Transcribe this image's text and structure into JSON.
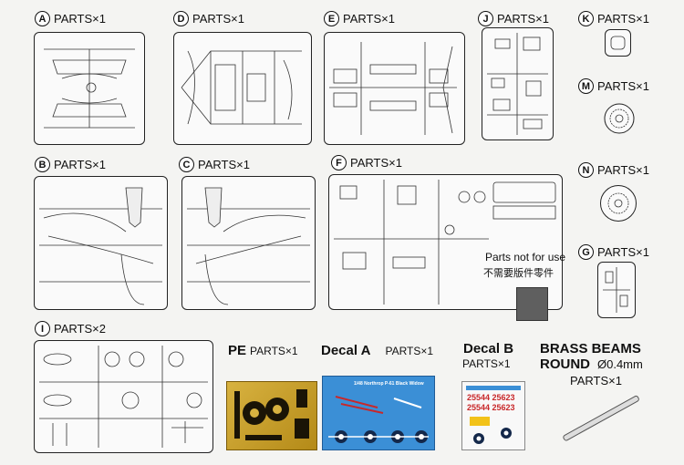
{
  "sheet": {
    "parts": [
      {
        "letter": "A",
        "text": "PARTS×1"
      },
      {
        "letter": "D",
        "text": "PARTS×1"
      },
      {
        "letter": "E",
        "text": "PARTS×1"
      },
      {
        "letter": "J",
        "text": "PARTS×1"
      },
      {
        "letter": "K",
        "text": "PARTS×1"
      },
      {
        "letter": "M",
        "text": "PARTS×1"
      },
      {
        "letter": "B",
        "text": "PARTS×1"
      },
      {
        "letter": "C",
        "text": "PARTS×1"
      },
      {
        "letter": "F",
        "text": "PARTS×1"
      },
      {
        "letter": "N",
        "text": "PARTS×1"
      },
      {
        "letter": "G",
        "text": "PARTS×1"
      },
      {
        "letter": "I",
        "text": "PARTS×2"
      }
    ],
    "pe": {
      "title": "PE",
      "count": "PARTS×1"
    },
    "decal_a": {
      "title": "Decal A",
      "count": "PARTS×1",
      "sheet_title": "1/48 Northrop P-61 Black Widow"
    },
    "decal_b": {
      "title": "Decal B",
      "count": "PARTS×1",
      "line1": "25544 25623",
      "line2": "25544 25623"
    },
    "brass": {
      "line1": "BRASS BEAMS",
      "line2": "ROUND",
      "size": "Ø0.4mm",
      "count": "PARTS×1"
    },
    "not_for_use": {
      "en": "Parts not for use",
      "zh": "不需要版件零件"
    },
    "colors": {
      "pe_gold": "#c9a42a",
      "decal_blue": "#3b8fd6",
      "decal_red": "#c8282a",
      "grey_part": "#5f5f5f"
    }
  }
}
